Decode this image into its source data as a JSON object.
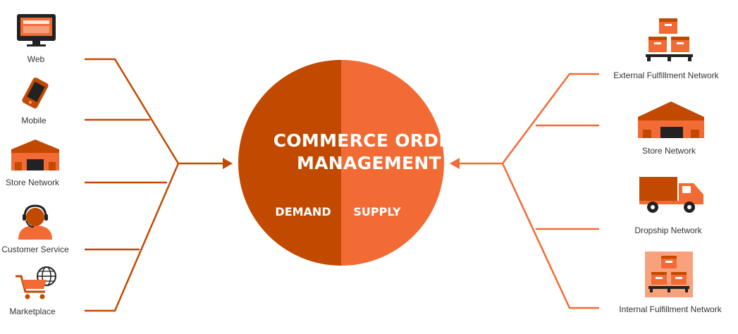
{
  "center": {
    "title_line1": "COMMERCE ORDER",
    "title_line2": "MANAGEMENT",
    "left_half": "DEMAND",
    "right_half": "SUPPLY"
  },
  "demand": {
    "items": [
      {
        "label": "Web",
        "icon": "monitor-icon"
      },
      {
        "label": "Mobile",
        "icon": "mobile-phone-icon"
      },
      {
        "label": "Store Network",
        "icon": "store-icon"
      },
      {
        "label": "Customer Service",
        "icon": "headset-agent-icon"
      },
      {
        "label": "Marketplace",
        "icon": "cart-globe-icon"
      }
    ]
  },
  "supply": {
    "items": [
      {
        "label": "External Fulfillment Network",
        "icon": "boxes-on-pallet-icon"
      },
      {
        "label": "Store Network",
        "icon": "store-icon"
      },
      {
        "label": "Dropship Network",
        "icon": "truck-icon"
      },
      {
        "label": "Internal Fulfillment Network",
        "icon": "warehouse-boxes-icon"
      }
    ]
  },
  "colors": {
    "dark_orange": "#C24A00",
    "light_orange": "#F26B34",
    "label_text": "#333333"
  }
}
